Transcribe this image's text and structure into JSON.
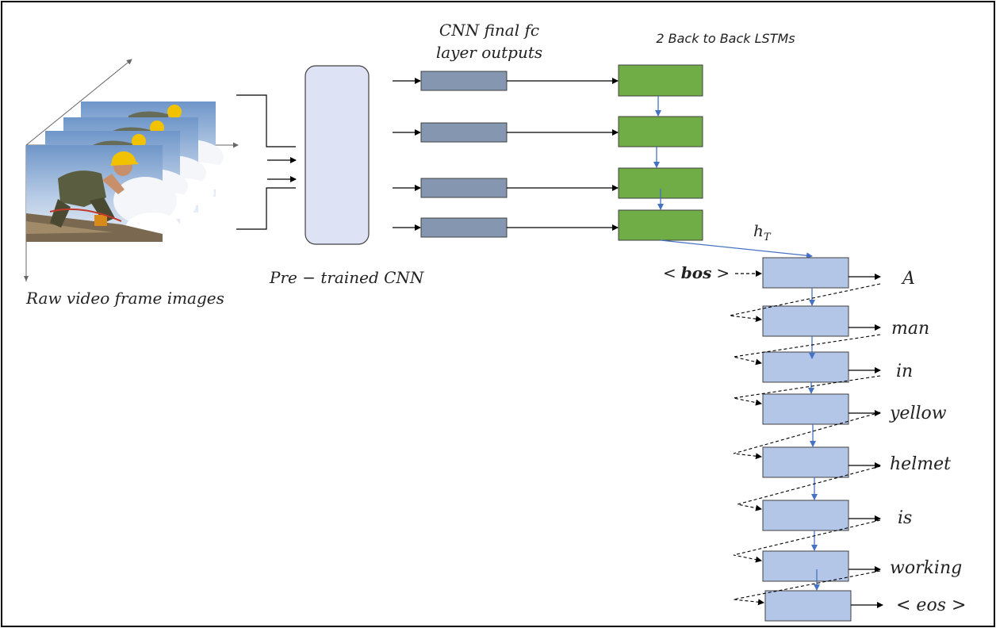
{
  "labels": {
    "cnn_fc": [
      "CNN final fc",
      "layer outputs"
    ],
    "lstms": "2 Back to Back LSTMs",
    "pretrained": "Pre − trained CNN",
    "raw_frames": "Raw video frame images",
    "hidden": "h",
    "hidden_sub": "T",
    "bos_open": "<",
    "bos_word": "bos",
    "bos_close": ">"
  },
  "output_words": [
    "A",
    "man",
    "in",
    "yellow",
    "helmet",
    "is",
    "working",
    "< eos >"
  ],
  "colors": {
    "cnn_box_fill": "#dde3f5",
    "fc_box_fill": "#8496b0",
    "lstm_fill": "#70ad47",
    "decoder_fill": "#b4c6e7",
    "blue_arrow": "#4472c4"
  }
}
